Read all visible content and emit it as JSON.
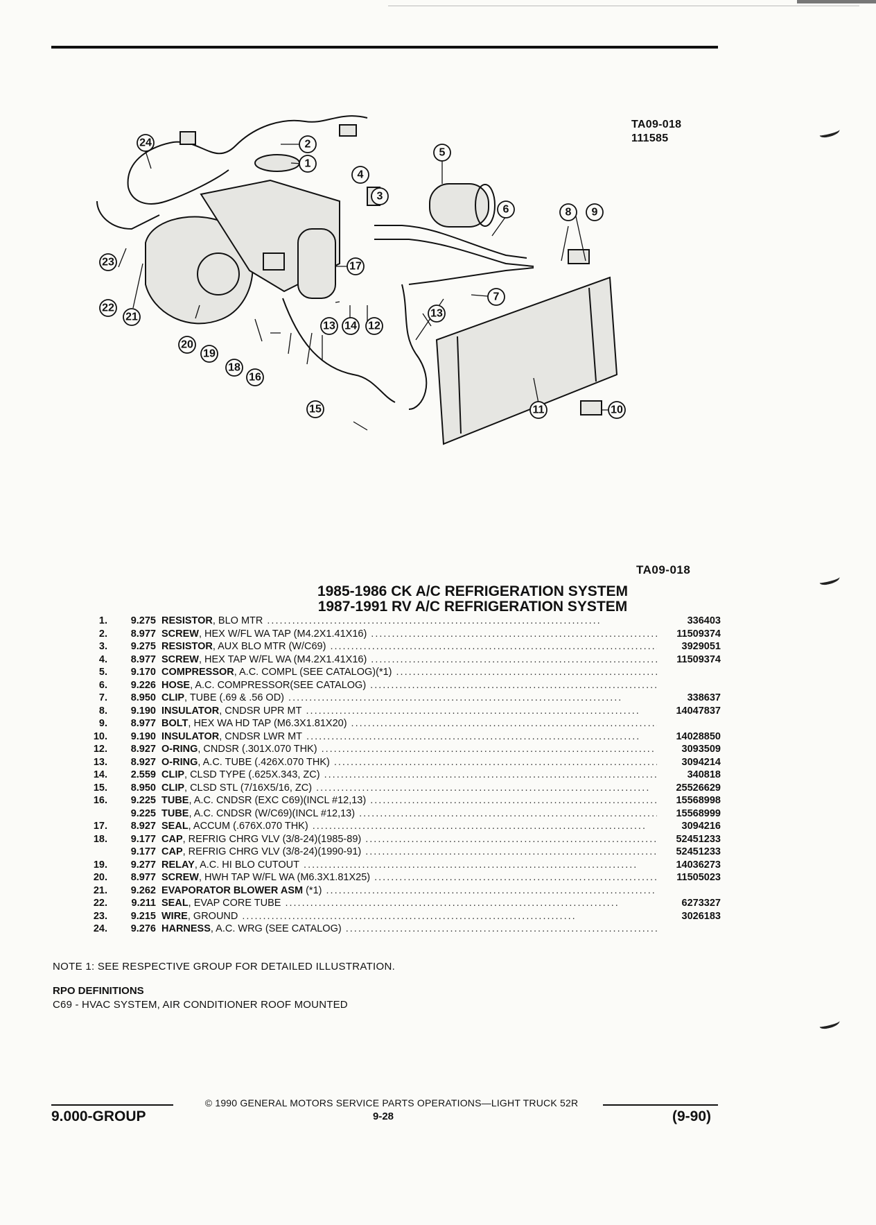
{
  "figure": {
    "ref_code": "TA09-018",
    "ref_number": "111585",
    "bottom_ref": "TA09-018",
    "callouts": [
      "1",
      "2",
      "3",
      "4",
      "5",
      "6",
      "7",
      "8",
      "9",
      "10",
      "11",
      "12",
      "13",
      "14",
      "15",
      "16",
      "17",
      "18",
      "19",
      "20",
      "21",
      "22",
      "23",
      "24"
    ]
  },
  "titles": {
    "line1": "1985-1986 CK A/C REFRIGERATION SYSTEM",
    "line2": "1987-1991 RV A/C REFRIGERATION SYSTEM"
  },
  "parts": [
    {
      "num": "1.",
      "group": "9.275",
      "name": "RESISTOR",
      "desc": ", BLO MTR",
      "pn": "336403"
    },
    {
      "num": "2.",
      "group": "8.977",
      "name": "SCREW",
      "desc": ", HEX W/FL WA TAP (M4.2X1.41X16)",
      "pn": "11509374"
    },
    {
      "num": "3.",
      "group": "9.275",
      "name": "RESISTOR",
      "desc": ", AUX BLO MTR (W/C69)",
      "pn": "3929051"
    },
    {
      "num": "4.",
      "group": "8.977",
      "name": "SCREW",
      "desc": ", HEX TAP W/FL WA (M4.2X1.41X16)",
      "pn": "11509374"
    },
    {
      "num": "5.",
      "group": "9.170",
      "name": "COMPRESSOR",
      "desc": ", A.C. COMPL (SEE CATALOG)(*1)",
      "pn": ""
    },
    {
      "num": "6.",
      "group": "9.226",
      "name": "HOSE",
      "desc": ", A.C. COMPRESSOR(SEE CATALOG)",
      "pn": ""
    },
    {
      "num": "7.",
      "group": "8.950",
      "name": "CLIP",
      "desc": ", TUBE (.69 & .56 OD)",
      "pn": "338637"
    },
    {
      "num": "8.",
      "group": "9.190",
      "name": "INSULATOR",
      "desc": ", CNDSR UPR MT",
      "pn": "14047837"
    },
    {
      "num": "9.",
      "group": "8.977",
      "name": "BOLT",
      "desc": ", HEX WA HD TAP (M6.3X1.81X20)",
      "pn": ""
    },
    {
      "num": "10.",
      "group": "9.190",
      "name": "INSULATOR",
      "desc": ", CNDSR LWR MT",
      "pn": "14028850"
    },
    {
      "num": "12.",
      "group": "8.927",
      "name": "O-RING",
      "desc": ", CNDSR (.301X.070 THK)",
      "pn": "3093509"
    },
    {
      "num": "13.",
      "group": "8.927",
      "name": "O-RING",
      "desc": ", A.C. TUBE (.426X.070 THK)",
      "pn": "3094214"
    },
    {
      "num": "14.",
      "group": "2.559",
      "name": "CLIP",
      "desc": ", CLSD TYPE (.625X.343, ZC)",
      "pn": "340818"
    },
    {
      "num": "15.",
      "group": "8.950",
      "name": "CLIP",
      "desc": ", CLSD STL (7/16X5/16, ZC)",
      "pn": "25526629"
    },
    {
      "num": "16.",
      "group": "9.225",
      "name": "TUBE",
      "desc": ", A.C. CNDSR (EXC C69)(INCL #12,13)",
      "pn": "15568998"
    },
    {
      "num": "",
      "group": "9.225",
      "name": "TUBE",
      "desc": ", A.C. CNDSR (W/C69)(INCL #12,13)",
      "pn": "15568999"
    },
    {
      "num": "17.",
      "group": "8.927",
      "name": "SEAL",
      "desc": ", ACCUM (.676X.070 THK)",
      "pn": "3094216"
    },
    {
      "num": "18.",
      "group": "9.177",
      "name": "CAP",
      "desc": ", REFRIG CHRG VLV (3/8-24)(1985-89)",
      "pn": "52451233"
    },
    {
      "num": "",
      "group": "9.177",
      "name": "CAP",
      "desc": ", REFRIG CHRG VLV (3/8-24)(1990-91)",
      "pn": "52451233"
    },
    {
      "num": "19.",
      "group": "9.277",
      "name": "RELAY",
      "desc": ", A.C. HI BLO CUTOUT",
      "pn": "14036273"
    },
    {
      "num": "20.",
      "group": "8.977",
      "name": "SCREW",
      "desc": ", HWH TAP W/FL WA (M6.3X1.81X25)",
      "pn": "11505023"
    },
    {
      "num": "21.",
      "group": "9.262",
      "name": "EVAPORATOR BLOWER ASM",
      "desc": " (*1)",
      "pn": ""
    },
    {
      "num": "22.",
      "group": "9.211",
      "name": "SEAL",
      "desc": ", EVAP CORE TUBE",
      "pn": "6273327"
    },
    {
      "num": "23.",
      "group": "9.215",
      "name": "WIRE",
      "desc": ", GROUND",
      "pn": "3026183"
    },
    {
      "num": "24.",
      "group": "9.276",
      "name": "HARNESS",
      "desc": ", A.C. WRG (SEE CATALOG)",
      "pn": ""
    }
  ],
  "note": "NOTE  1:  SEE RESPECTIVE GROUP FOR DETAILED ILLUSTRATION.",
  "rpo": {
    "heading": "RPO DEFINITIONS",
    "item": "C69 - HVAC SYSTEM, AIR CONDITIONER ROOF MOUNTED"
  },
  "footer": {
    "copyright": "© 1990  GENERAL MOTORS SERVICE PARTS OPERATIONS—LIGHT TRUCK 52R",
    "group": "9.000-GROUP",
    "page": "9-28",
    "revision": "(9-90)"
  }
}
